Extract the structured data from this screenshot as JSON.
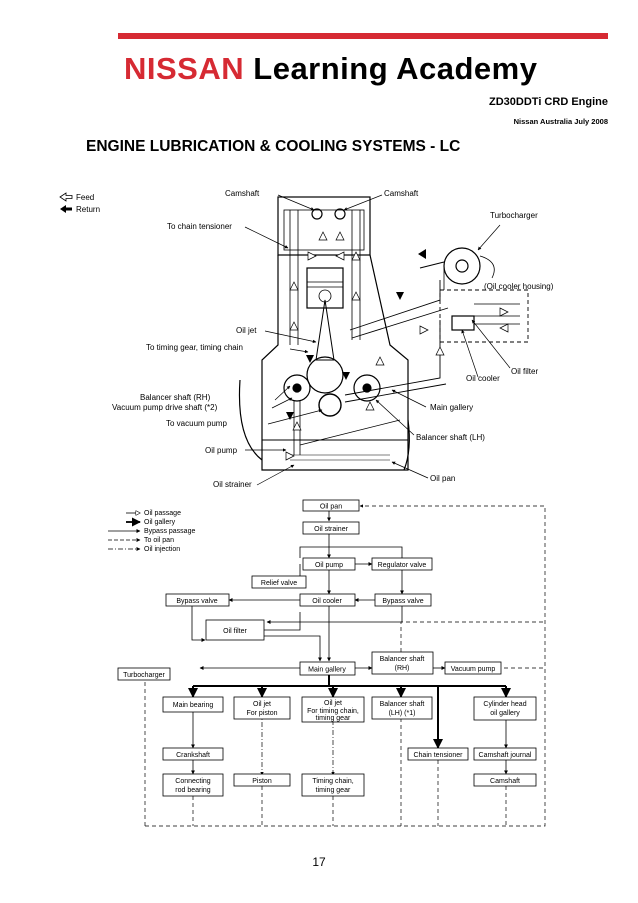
{
  "header": {
    "brand_nissan": "NISSAN",
    "brand_rest": "Learning Academy",
    "doc_title": "ZD30DDTi CRD Engine",
    "doc_subtitle": "Nissan Australia July 2008",
    "accent_color": "#d62a33"
  },
  "section_title": "ENGINE LUBRICATION & COOLING SYSTEMS - LC",
  "engine_diagram": {
    "legend": {
      "feed": "Feed",
      "return": "Return"
    },
    "labels": {
      "camshaft_left": "Camshaft",
      "camshaft_right": "Camshaft",
      "to_chain_tensioner": "To chain tensioner",
      "turbocharger": "Turbocharger",
      "oil_cooler_housing": "(Oil cooler housing)",
      "oil_jet": "Oil jet",
      "to_timing_gear": "To timing gear, timing chain",
      "oil_cooler": "Oil cooler",
      "oil_filter": "Oil filter",
      "balancer_shaft_rh": "Balancer shaft (RH)",
      "vacuum_pump_drive": "Vacuum pump drive shaft (*2)",
      "main_gallery": "Main gallery",
      "to_vacuum_pump": "To vacuum pump",
      "balancer_shaft_lh": "Balancer shaft (LH)",
      "oil_pump": "Oil pump",
      "oil_strainer": "Oil strainer",
      "oil_pan": "Oil pan"
    }
  },
  "flow_diagram": {
    "legend": [
      "Oil passage",
      "Oil gallery",
      "Bypass passage",
      "To oil pan",
      "Oil injection"
    ],
    "boxes": {
      "oil_pan": "Oil pan",
      "oil_strainer": "Oil strainer",
      "oil_pump": "Oil pump",
      "regulator_valve": "Regulator valve",
      "relief_valve": "Relief valve",
      "bypass_valve_left": "Bypass valve",
      "oil_cooler": "Oil cooler",
      "bypass_valve_right": "Bypass valve",
      "oil_filter": "Oil filter",
      "balancer_shaft_rh_1": "Balancer shaft",
      "balancer_shaft_rh_2": "(RH)",
      "vacuum_pump": "Vacuum pump",
      "turbocharger": "Turbocharger",
      "main_gallery": "Main gallery",
      "main_bearing": "Main bearing",
      "oil_jet_piston_1": "Oil jet",
      "oil_jet_piston_2": "For piston",
      "oil_jet_chain_1": "Oil jet",
      "oil_jet_chain_2": "For timing chain,",
      "oil_jet_chain_3": "timing gear",
      "balancer_shaft_lh_1": "Balancer shaft",
      "balancer_shaft_lh_2": "(LH) (*1)",
      "cylinder_head_1": "Cylinder head",
      "cylinder_head_2": "oil gallery",
      "crankshaft": "Crankshaft",
      "chain_tensioner": "Chain tensioner",
      "camshaft_journal": "Camshaft journal",
      "connecting_rod_1": "Connecting",
      "connecting_rod_2": "rod bearing",
      "piston": "Piston",
      "timing_chain_1": "Timing chain,",
      "timing_chain_2": "timing gear",
      "camshaft": "Camshaft"
    }
  },
  "page_number": "17"
}
